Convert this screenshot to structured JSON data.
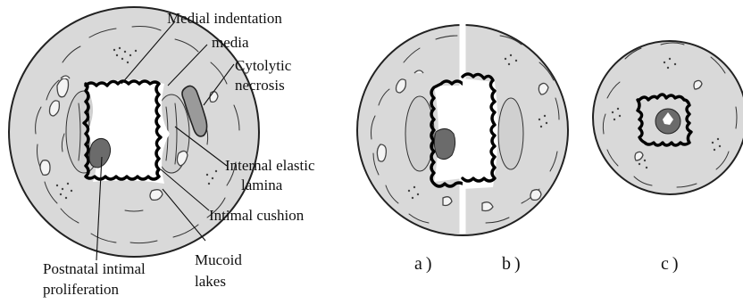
{
  "labels": {
    "medial_indentation": "Medial indentation",
    "media": "media",
    "cytolytic_necrosis_1": "Cytolytic",
    "cytolytic_necrosis_2": "necrosis",
    "internal_elastic_lamina_1": "Internal elastic",
    "internal_elastic_lamina_2": "lamina",
    "intimal_cushion": "Intimal cushion",
    "mucoid_lakes_1": "Mucoid",
    "mucoid_lakes_2": "lakes",
    "postnatal_1": "Postnatal intimal",
    "postnatal_2": "proliferation"
  },
  "panels": {
    "a": "a )",
    "b": "b )",
    "c": "c )"
  },
  "colors": {
    "wall": "#d9d9d9",
    "lamina": "#000000",
    "lumen": "#ffffff",
    "proliferation": "#6b6b6b",
    "necrosis": "#9a9a9a"
  }
}
